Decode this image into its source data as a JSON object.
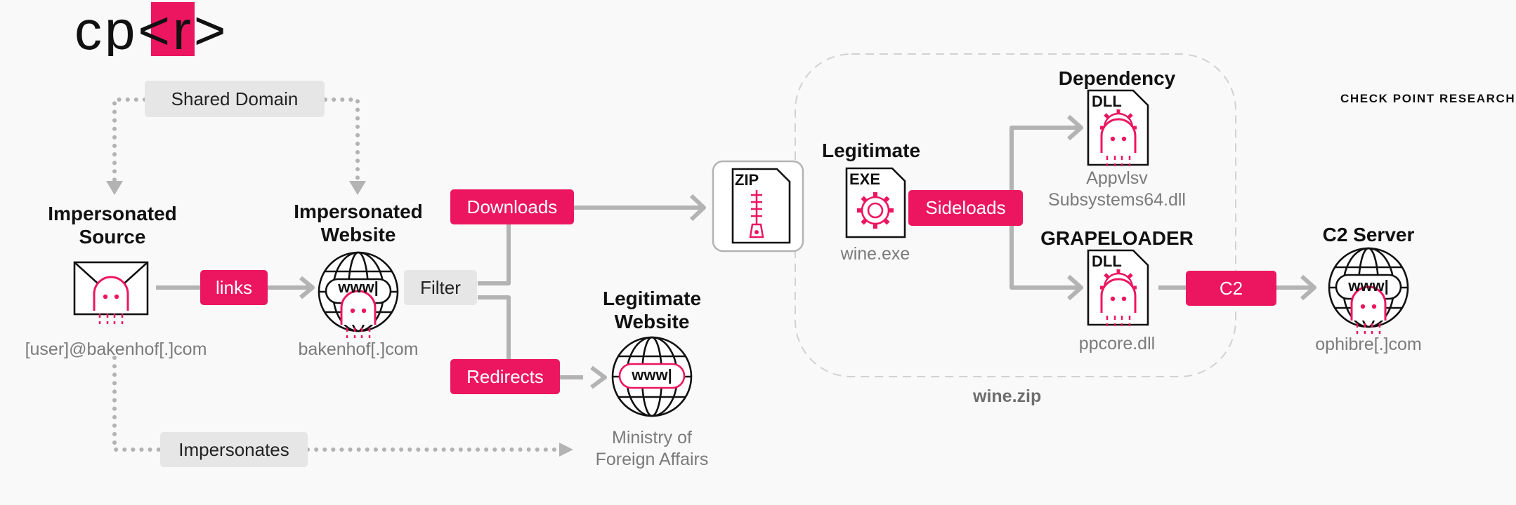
{
  "brand": {
    "logo_text": "cp<r>",
    "tagline": "CHECK POINT RESEARCH",
    "accent": "#ec1660",
    "muted": "#b3b3b3"
  },
  "nodes": {
    "source": {
      "title": "Impersonated\nSource",
      "caption": "[user]@bakenhof[.]com",
      "icon": "envelope-ghost-icon"
    },
    "website": {
      "title": "Impersonated\nWebsite",
      "caption": "bakenhof[.]com",
      "icon": "globe-ghost-icon",
      "www": "www|"
    },
    "legit_site": {
      "title": "Legitimate\nWebsite",
      "caption": "Ministry of\nForeign Affairs",
      "icon": "globe-icon",
      "www": "www|"
    },
    "zip": {
      "tag": "ZIP",
      "icon": "zip-file-icon"
    },
    "exe": {
      "title": "Legitimate",
      "tag": "EXE",
      "caption": "wine.exe",
      "icon": "exe-gear-icon"
    },
    "dependency": {
      "title": "Dependency",
      "tag": "DLL",
      "caption": "Appvlsv\nSubsystems64.dll",
      "icon": "dll-ghost-icon"
    },
    "grapeloader": {
      "title": "GRAPELOADER",
      "tag": "DLL",
      "caption": "ppcore.dll",
      "icon": "dll-ghost-icon"
    },
    "c2": {
      "title": "C2 Server",
      "caption": "ophibre[.]com",
      "icon": "globe-ghost-icon",
      "www": "www|"
    }
  },
  "labels": {
    "shared_domain": "Shared Domain",
    "links": "links",
    "filter": "Filter",
    "downloads": "Downloads",
    "redirects": "Redirects",
    "impersonates": "Impersonates",
    "sideloads": "Sideloads",
    "c2": "C2"
  },
  "group": {
    "label": "wine.zip"
  }
}
